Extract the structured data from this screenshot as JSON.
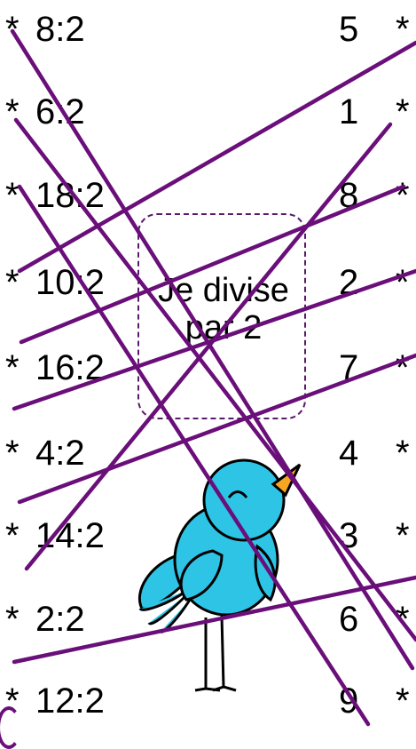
{
  "rows": [
    {
      "star_left": "*",
      "expr": "8:2",
      "answer": "5",
      "star_right": "*"
    },
    {
      "star_left": "*",
      "expr": "6:2",
      "answer": "1",
      "star_right": "*"
    },
    {
      "star_left": "*",
      "expr": "18:2",
      "answer": "8",
      "star_right": "*"
    },
    {
      "star_left": "*",
      "expr": "10:2",
      "answer": "2",
      "star_right": "*"
    },
    {
      "star_left": "*",
      "expr": "16:2",
      "answer": "7",
      "star_right": "*"
    },
    {
      "star_left": "*",
      "expr": "4:2",
      "answer": "4",
      "star_right": "*"
    },
    {
      "star_left": "*",
      "expr": "14:2",
      "answer": "3",
      "star_right": "*"
    },
    {
      "star_left": "*",
      "expr": "2:2",
      "answer": "6",
      "star_right": "*"
    },
    {
      "star_left": "*",
      "expr": "12:2",
      "answer": "9",
      "star_right": "*"
    }
  ],
  "center_label": "Je divise par 2",
  "line_color": "#6a0f7a",
  "bird_colors": {
    "body": "#2ec4e6",
    "beak": "#f5a623"
  }
}
